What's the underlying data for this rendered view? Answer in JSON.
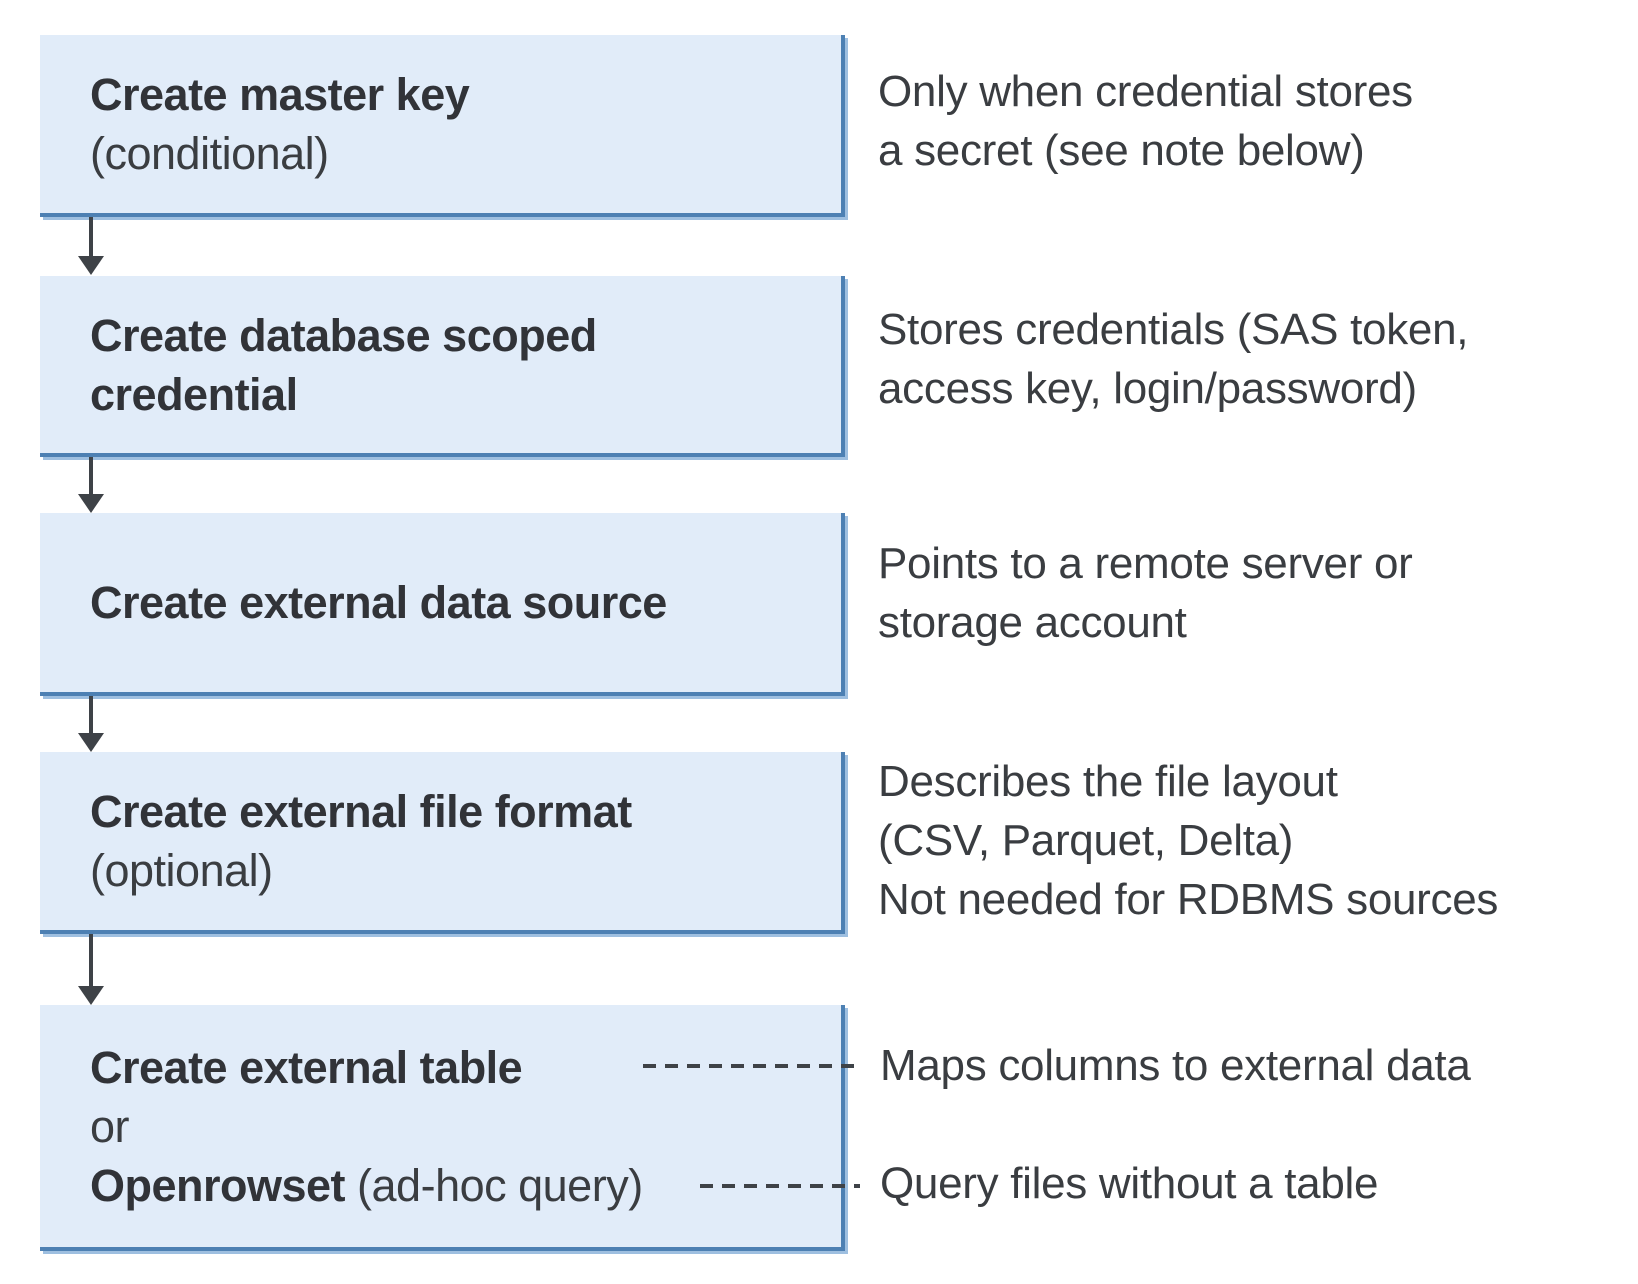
{
  "diagram": {
    "background": "#ffffff",
    "colors": {
      "box_fill": "#e1ecf9",
      "box_border": "#4d80b3",
      "box_shadow": "#9ebfe0",
      "arrow": "#3e4247",
      "title_text": "#313338",
      "body_text": "#3a3d41"
    },
    "steps": [
      {
        "title": "Create master key",
        "subtitle": "(conditional)",
        "description": "Only when credential stores\na secret (see note below)"
      },
      {
        "title": "Create database scoped credential",
        "description": "Stores credentials (SAS token,\naccess key, login/password)"
      },
      {
        "title": "Create external data source",
        "description": "Points to a remote server or\nstorage account"
      },
      {
        "title": "Create external file format",
        "subtitle": "(optional)",
        "description": "Describes the file layout\n(CSV, Parquet, Delta)\nNot needed for RDBMS sources"
      },
      {
        "title": "Create external table",
        "or_label": "or",
        "alt_title": "Openrowset",
        "alt_suffix": " (ad-hoc query)",
        "table_description": "Maps columns to external data",
        "openrowset_description": "Query files without a table"
      }
    ]
  }
}
